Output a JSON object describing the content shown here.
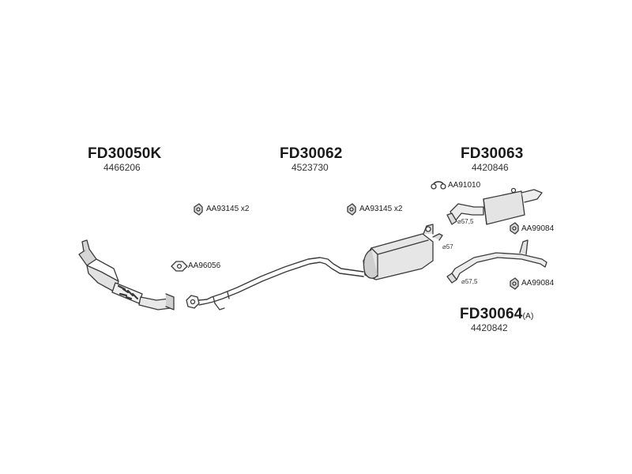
{
  "groups": {
    "g1": {
      "code": "FD30050K",
      "number": "4466206"
    },
    "g2": {
      "code": "FD30062",
      "number": "4523730"
    },
    "g3": {
      "code": "FD30063",
      "number": "4420846"
    },
    "g4": {
      "code": "FD30064",
      "suffix": "(A)",
      "number": "4420842"
    }
  },
  "parts": {
    "p1": "AA93145 x2",
    "p2": "AA93145 x2",
    "p3": "AA91010",
    "p4": "AA99084",
    "p5": "AA96056",
    "p6": "AA99084"
  },
  "diameters": {
    "d1": "⌀57,5",
    "d2": "⌀57",
    "d3": "⌀57,5"
  },
  "colors": {
    "stroke": "#3a3a3a",
    "fill": "#e8e8e8",
    "shade": "#bdbdbd"
  }
}
